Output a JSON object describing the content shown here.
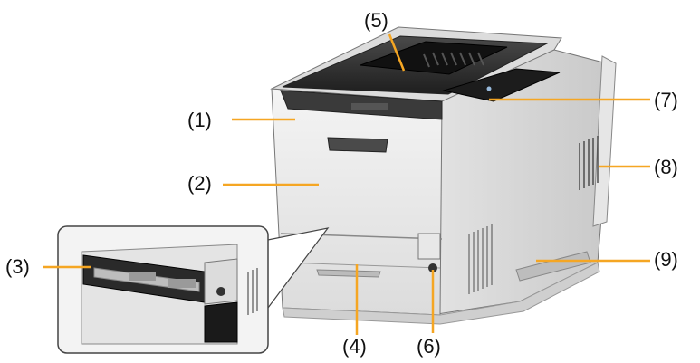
{
  "callouts": [
    {
      "id": "1",
      "label": "(1)",
      "part": "front-cover"
    },
    {
      "id": "2",
      "label": "(2)",
      "part": "manual-feed-slot-cover"
    },
    {
      "id": "3",
      "label": "(3)",
      "part": "manual-feed-slot"
    },
    {
      "id": "4",
      "label": "(4)",
      "part": "paper-drawer"
    },
    {
      "id": "5",
      "label": "(5)",
      "part": "output-tray"
    },
    {
      "id": "6",
      "label": "(6)",
      "part": "power-switch"
    },
    {
      "id": "7",
      "label": "(7)",
      "part": "operation-panel"
    },
    {
      "id": "8",
      "label": "(8)",
      "part": "ventilation-slots"
    },
    {
      "id": "9",
      "label": "(9)",
      "part": "lift-handles"
    }
  ],
  "colors": {
    "leader_line": "#f5a623",
    "body_light": "#eeeeee",
    "body_mid": "#d6d6d6",
    "body_dark": "#222222",
    "inset_bg": "#f0f0f0"
  }
}
